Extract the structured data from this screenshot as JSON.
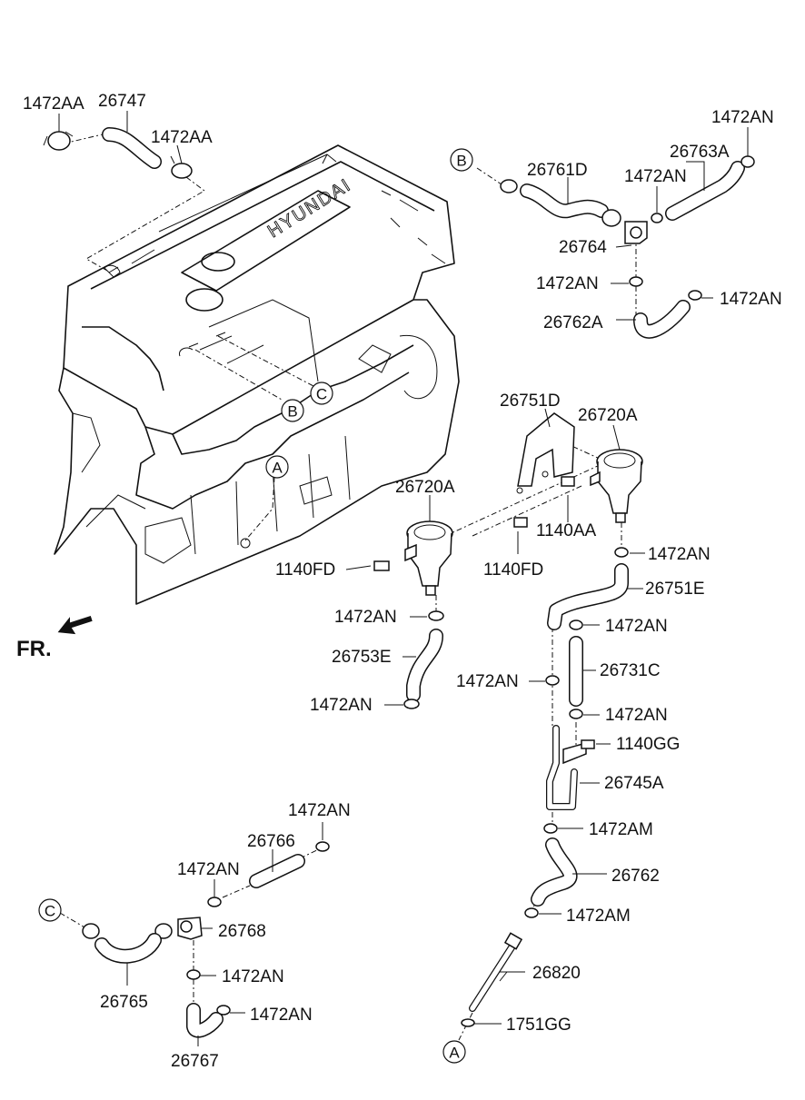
{
  "labels": {
    "l_1472aa_top_left": "1472AA",
    "l_26747": "26747",
    "l_1472aa_top_right": "1472AA",
    "l_1472an_top_far_right": "1472AN",
    "l_26763a": "26763A",
    "l_26761d": "26761D",
    "l_1472an_upper_mid": "1472AN",
    "l_26764": "26764",
    "l_1472an_upper_left": "1472AN",
    "l_1472an_upper_right": "1472AN",
    "l_26762a": "26762A",
    "l_26751d": "26751D",
    "l_26720a_right": "26720A",
    "l_26720a_left": "26720A",
    "l_1140aa": "1140AA",
    "l_1140fd_right": "1140FD",
    "l_1140fd_left": "1140FD",
    "l_1472an_mid_right": "1472AN",
    "l_26751e": "26751E",
    "l_1472an_left_clamp": "1472AN",
    "l_1472an_r1": "1472AN",
    "l_26753e": "26753E",
    "l_26731c": "26731C",
    "l_1472an_mid_left": "1472AN",
    "l_1472an_left_bottom": "1472AN",
    "l_1472an_r2": "1472AN",
    "l_1140gg": "1140GG",
    "l_26745a": "26745A",
    "l_1472am_upper": "1472AM",
    "l_26762": "26762",
    "l_1472am_lower": "1472AM",
    "l_26820": "26820",
    "l_1751gg": "1751GG",
    "l_1472an_bl_top": "1472AN",
    "l_26766": "26766",
    "l_1472an_bl_mid": "1472AN",
    "l_26768": "26768",
    "l_1472an_bl_r1": "1472AN",
    "l_1472an_bl_r2": "1472AN",
    "l_26765": "26765",
    "l_26767": "26767"
  },
  "refs": {
    "b_engine": "B",
    "c_engine": "C",
    "a_engine": "A",
    "b_top": "B",
    "c_bottom": "C",
    "a_bottom": "A"
  },
  "engine_logo": "HYUNDAI",
  "direction_label": "FR."
}
